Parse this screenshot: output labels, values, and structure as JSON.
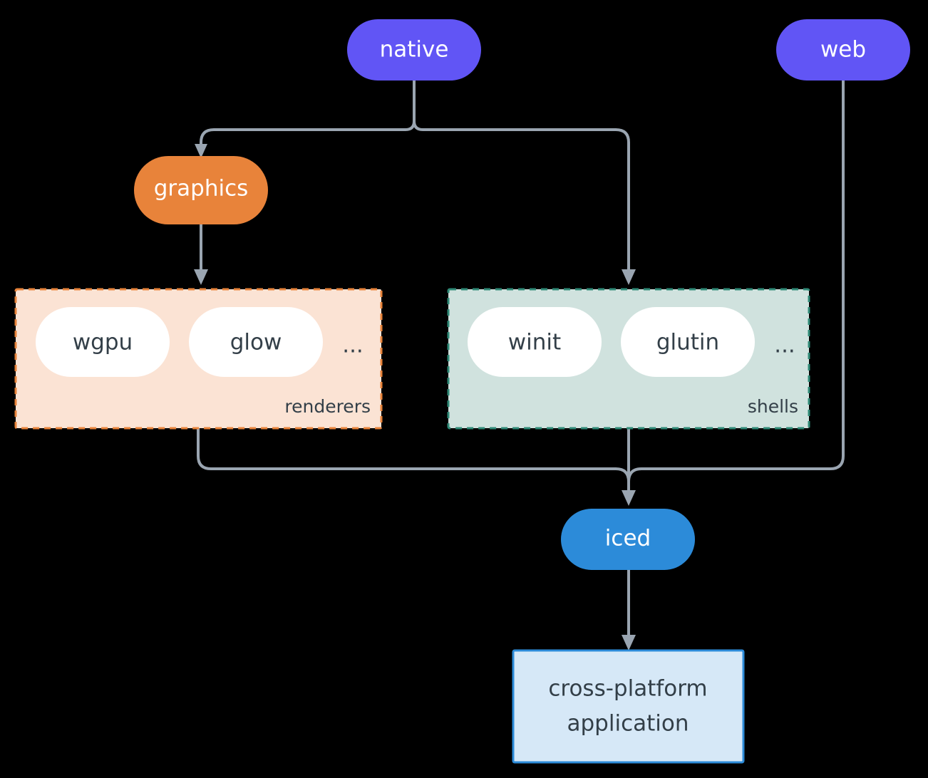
{
  "diagram": {
    "type": "flowchart",
    "direction": "top-down",
    "background": "#000000",
    "edge_color": "#9aa5b1",
    "nodes": {
      "native": {
        "label": "native",
        "shape": "stadium",
        "fill": "#6155f5",
        "text_color": "#ffffff"
      },
      "web": {
        "label": "web",
        "shape": "stadium",
        "fill": "#6155f5",
        "text_color": "#ffffff"
      },
      "graphics": {
        "label": "graphics",
        "shape": "stadium",
        "fill": "#e8833a",
        "text_color": "#ffffff"
      },
      "wgpu": {
        "label": "wgpu",
        "shape": "stadium",
        "fill": "#ffffff",
        "text_color": "#333f48"
      },
      "glow": {
        "label": "glow",
        "shape": "stadium",
        "fill": "#ffffff",
        "text_color": "#333f48"
      },
      "winit": {
        "label": "winit",
        "shape": "stadium",
        "fill": "#ffffff",
        "text_color": "#333f48"
      },
      "glutin": {
        "label": "glutin",
        "shape": "stadium",
        "fill": "#ffffff",
        "text_color": "#333f48"
      },
      "iced": {
        "label": "iced",
        "shape": "stadium",
        "fill": "#2c8bd9",
        "text_color": "#ffffff"
      },
      "app": {
        "label_line1": "cross-platform",
        "label_line2": "application",
        "shape": "rect",
        "fill": "#d6e8f7",
        "border": "#2c8bd9",
        "text_color": "#333f48"
      }
    },
    "clusters": {
      "renderers": {
        "title": "renderers",
        "fill": "#fbe3d4",
        "border": "#e8833a",
        "border_style": "dashed",
        "ellipsis": "...",
        "members": [
          "wgpu",
          "glow"
        ]
      },
      "shells": {
        "title": "shells",
        "fill": "#d0e2de",
        "border": "#2f8a77",
        "border_style": "dashed",
        "ellipsis": "...",
        "members": [
          "winit",
          "glutin"
        ]
      }
    },
    "edges": [
      {
        "from": "native",
        "to": "graphics"
      },
      {
        "from": "native",
        "to": "shells"
      },
      {
        "from": "graphics",
        "to": "renderers"
      },
      {
        "from": "renderers",
        "to": "iced"
      },
      {
        "from": "shells",
        "to": "iced"
      },
      {
        "from": "web",
        "to": "iced"
      },
      {
        "from": "iced",
        "to": "app"
      }
    ]
  }
}
